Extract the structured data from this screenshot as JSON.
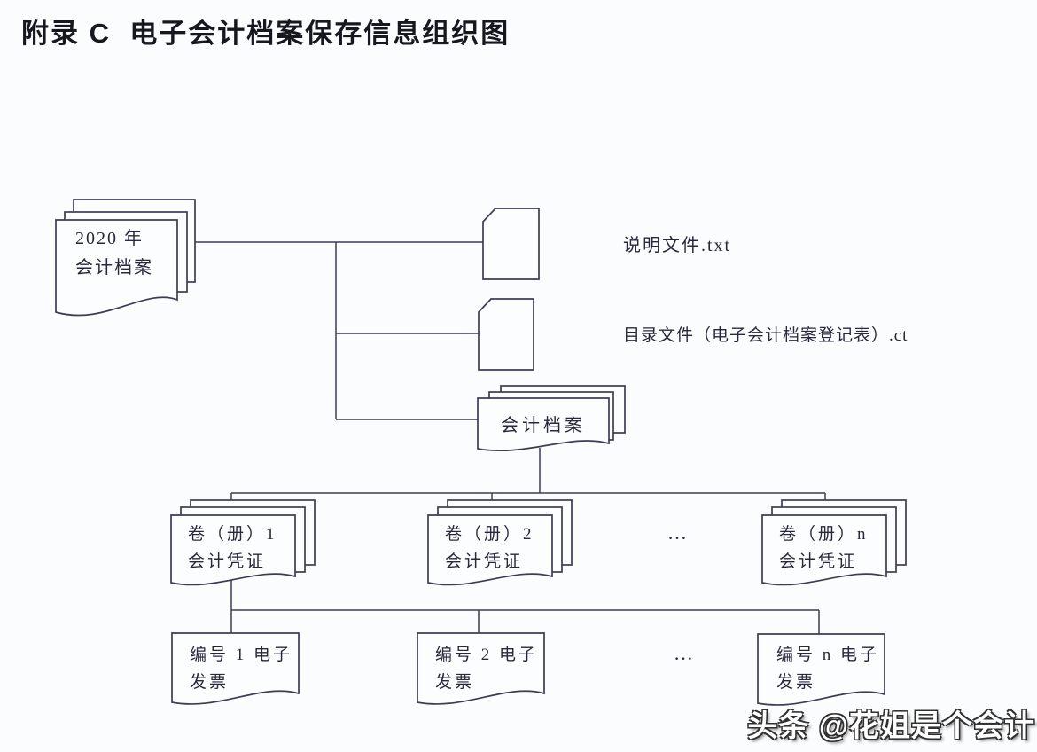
{
  "title": "附录 C  电子会计档案保存信息组织图",
  "colors": {
    "line": "#3c3c57",
    "text": "#28283c",
    "title": "#17171f",
    "background": "#fbfcfe",
    "doc_fill": "#fcfdff",
    "watermark_fill": "#ffffff",
    "watermark_outline": "#303030"
  },
  "diagram": {
    "root_stack": {
      "line1": "2020 年",
      "line2": "会计档案"
    },
    "readme_label": "说明文件.txt",
    "catalog_label": "目录文件（电子会计档案登记表）.ct",
    "archive_stack_label": "会计档案",
    "volumes": [
      {
        "line1": "卷（册）1",
        "line2": "会计凭证"
      },
      {
        "line1": "卷（册）2",
        "line2": "会计凭证"
      },
      {
        "line1": "卷（册）n",
        "line2": "会计凭证"
      }
    ],
    "volumes_ellipsis": "…",
    "invoices": [
      {
        "line1": "编号 1 电子",
        "line2": "发票"
      },
      {
        "line1": "编号 2 电子",
        "line2": "发票"
      },
      {
        "line1": "编号 n 电子",
        "line2": "发票"
      }
    ],
    "invoices_ellipsis": "…"
  },
  "watermark": "头条 @花姐是个会计"
}
